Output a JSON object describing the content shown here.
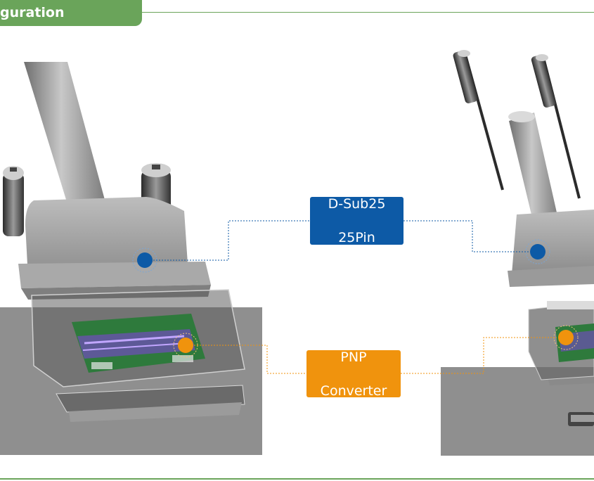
{
  "section": {
    "title": "guration"
  },
  "labels": {
    "dsub": {
      "line1": "D-Sub25",
      "line2": "25Pin"
    },
    "pnp": {
      "line1": "PNP",
      "line2": "Converter"
    }
  },
  "colors": {
    "accent_green": "#6aa45a",
    "dsub_blue": "#0d5aa6",
    "pnp_orange": "#f0930d",
    "panel_gray": "#8f8f8f"
  }
}
